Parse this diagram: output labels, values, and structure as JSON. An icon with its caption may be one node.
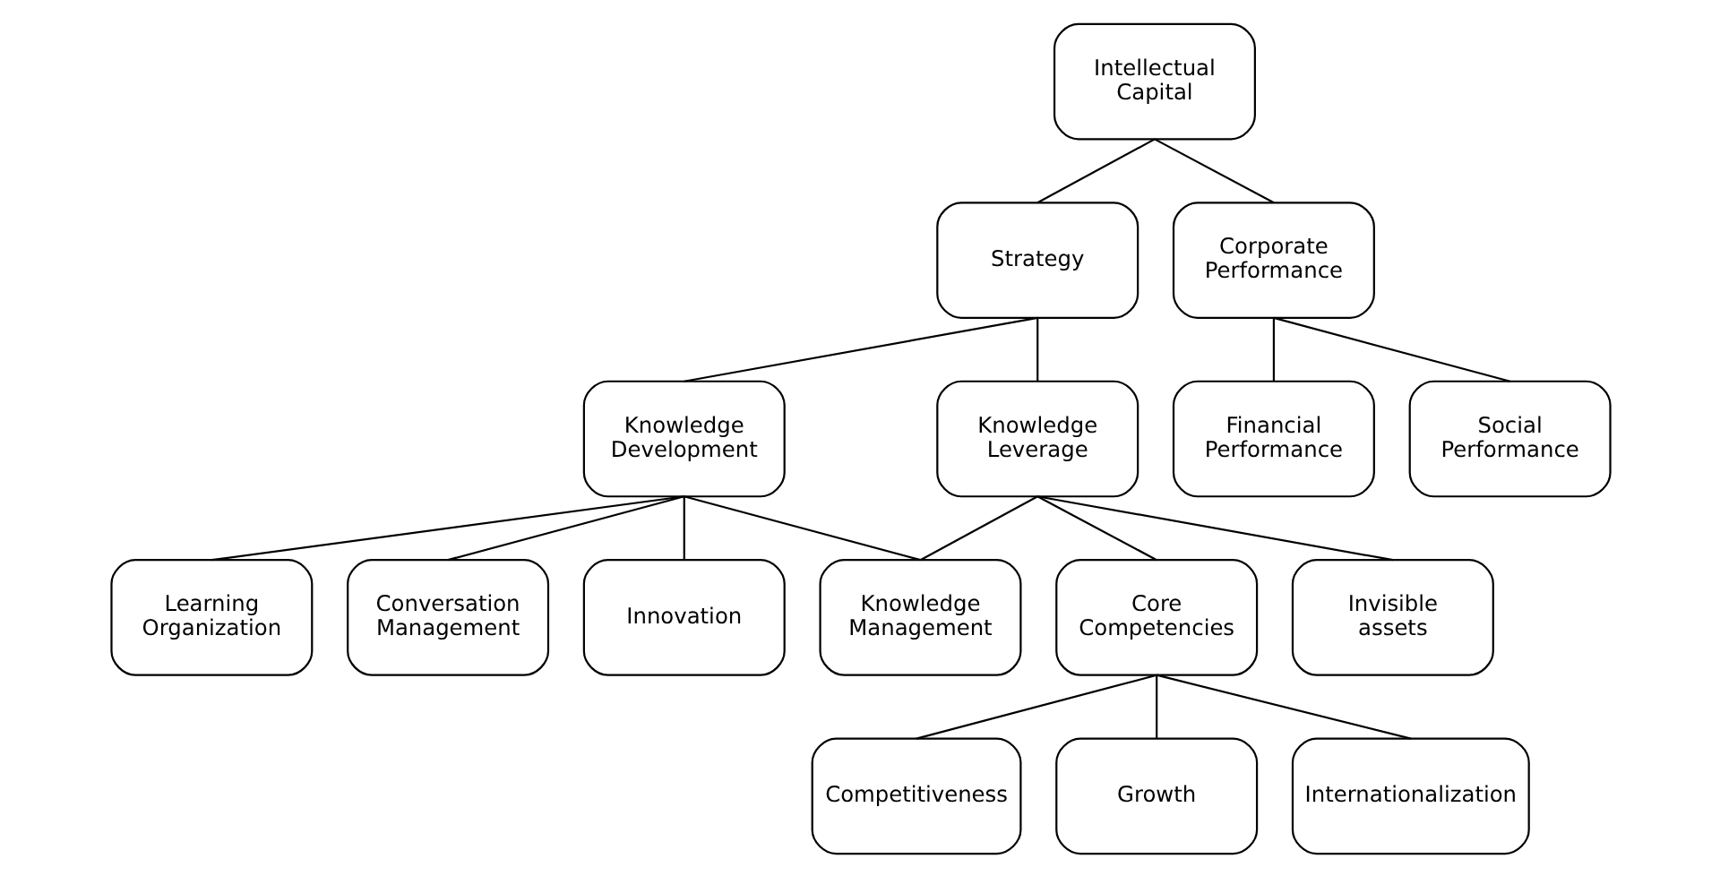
{
  "diagram": {
    "nodes": [
      {
        "text": [
          "Intellectual Capital"
        ]
      },
      {
        "text": [
          "Strategy"
        ]
      },
      {
        "text": [
          "Corporate Performance"
        ]
      },
      {
        "text": [
          "Knowledge Development"
        ]
      },
      {
        "text": [
          "Knowledge Leverage"
        ]
      },
      {
        "text": [
          "Financial Performance"
        ]
      },
      {
        "text": [
          "Social Performance"
        ]
      },
      {
        "text": [
          "Learning Organization"
        ]
      },
      {
        "text": [
          "Conversation Management"
        ]
      },
      {
        "text": [
          "Innovation"
        ]
      },
      {
        "text": [
          "Knowledge Management"
        ]
      },
      {
        "text": [
          "Core Competencies"
        ]
      },
      {
        "text": [
          "Invisible assets"
        ]
      },
      {
        "text": [
          "Competitiveness"
        ]
      },
      {
        "text": [
          "Growth"
        ]
      },
      {
        "text": [
          "Internationalization"
        ]
      }
    ],
    "edges": [
      {
        "from": 0,
        "to": 1,
        "arrow": "none"
      },
      {
        "from": 0,
        "to": 2,
        "arrow": "none"
      },
      {
        "from": 1,
        "to": 3,
        "arrow": "none"
      },
      {
        "from": 1,
        "to": 4,
        "arrow": "none"
      },
      {
        "from": 2,
        "to": 5,
        "arrow": "none"
      },
      {
        "from": 2,
        "to": 6,
        "arrow": "none"
      },
      {
        "from": 3,
        "to": 7,
        "arrow": "none"
      },
      {
        "from": 3,
        "to": 8,
        "arrow": "none"
      },
      {
        "from": 3,
        "to": 9,
        "arrow": "none"
      },
      {
        "from": 3,
        "to": 10,
        "arrow": "none"
      },
      {
        "from": 4,
        "to": 10,
        "arrow": "none"
      },
      {
        "from": 4,
        "to": 11,
        "arrow": "none"
      },
      {
        "from": 4,
        "to": 12,
        "arrow": "none"
      },
      {
        "from": 11,
        "to": 13,
        "arrow": "none"
      },
      {
        "from": 11,
        "to": 14,
        "arrow": "none"
      },
      {
        "from": 11,
        "to": 15,
        "arrow": "none"
      }
    ]
  }
}
